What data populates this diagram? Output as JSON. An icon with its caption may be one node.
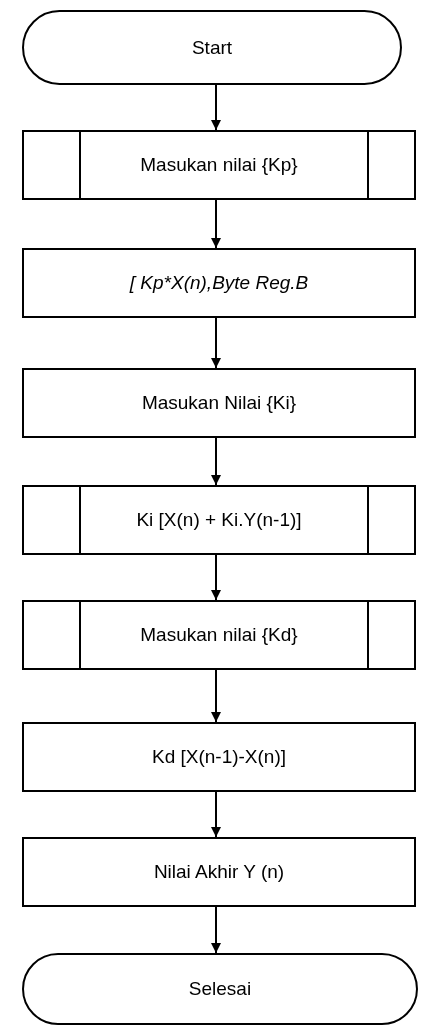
{
  "diagram": {
    "nodes": [
      {
        "text": [
          "Start"
        ]
      },
      {
        "text": [
          "Masukan nilai {Kp}"
        ]
      },
      {
        "text": [
          "[ Kp*X(n),Byte Reg.B"
        ]
      },
      {
        "text": [
          "Masukan Nilai {Ki}"
        ]
      },
      {
        "text": [
          "Ki [X(n) + Ki.Y(n-1)]"
        ]
      },
      {
        "text": [
          "Masukan nilai {Kd}"
        ]
      },
      {
        "text": [
          "Kd [X(n-1)-X(n)]"
        ]
      },
      {
        "text": [
          "Nilai Akhir Y (n)"
        ]
      },
      {
        "text": [
          "Selesai"
        ]
      }
    ],
    "edges": [
      {
        "from": 0,
        "to": 1,
        "arrow": "to"
      },
      {
        "from": 1,
        "to": 2,
        "arrow": "to"
      },
      {
        "from": 2,
        "to": 3,
        "arrow": "to"
      },
      {
        "from": 3,
        "to": 4,
        "arrow": "to"
      },
      {
        "from": 4,
        "to": 5,
        "arrow": "to"
      },
      {
        "from": 5,
        "to": 6,
        "arrow": "to"
      },
      {
        "from": 6,
        "to": 7,
        "arrow": "to"
      },
      {
        "from": 7,
        "to": 8,
        "arrow": "to"
      }
    ]
  }
}
